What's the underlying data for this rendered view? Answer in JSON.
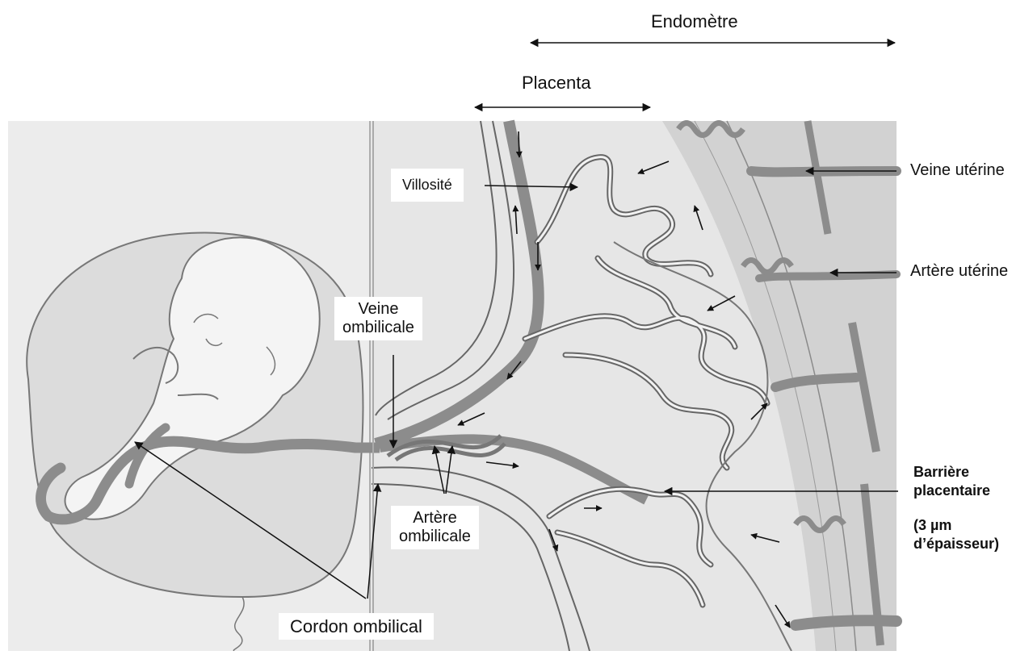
{
  "labels": {
    "endometre": "Endomètre",
    "placenta": "Placenta",
    "villosite": "Villosité",
    "veine_ombilicale": [
      "Veine",
      "ombilicale"
    ],
    "artere_ombilicale": [
      "Artère",
      "ombilicale"
    ],
    "cordon_ombilical": "Cordon ombilical",
    "veine_uterine": "Veine utérine",
    "artere_uterine": "Artère utérine",
    "barriere_placentaire": [
      "Barrière",
      "placentaire"
    ],
    "epaisseur": [
      "(3 µm",
      "d’épaisseur)"
    ]
  },
  "colors": {
    "background": "#ffffff",
    "illustration_bg": "#e7e7e7",
    "tissue_gray": "#cfcfcf",
    "vessel_gray": "#8c8c8c",
    "outline": "#555555",
    "arrow": "#111111"
  }
}
